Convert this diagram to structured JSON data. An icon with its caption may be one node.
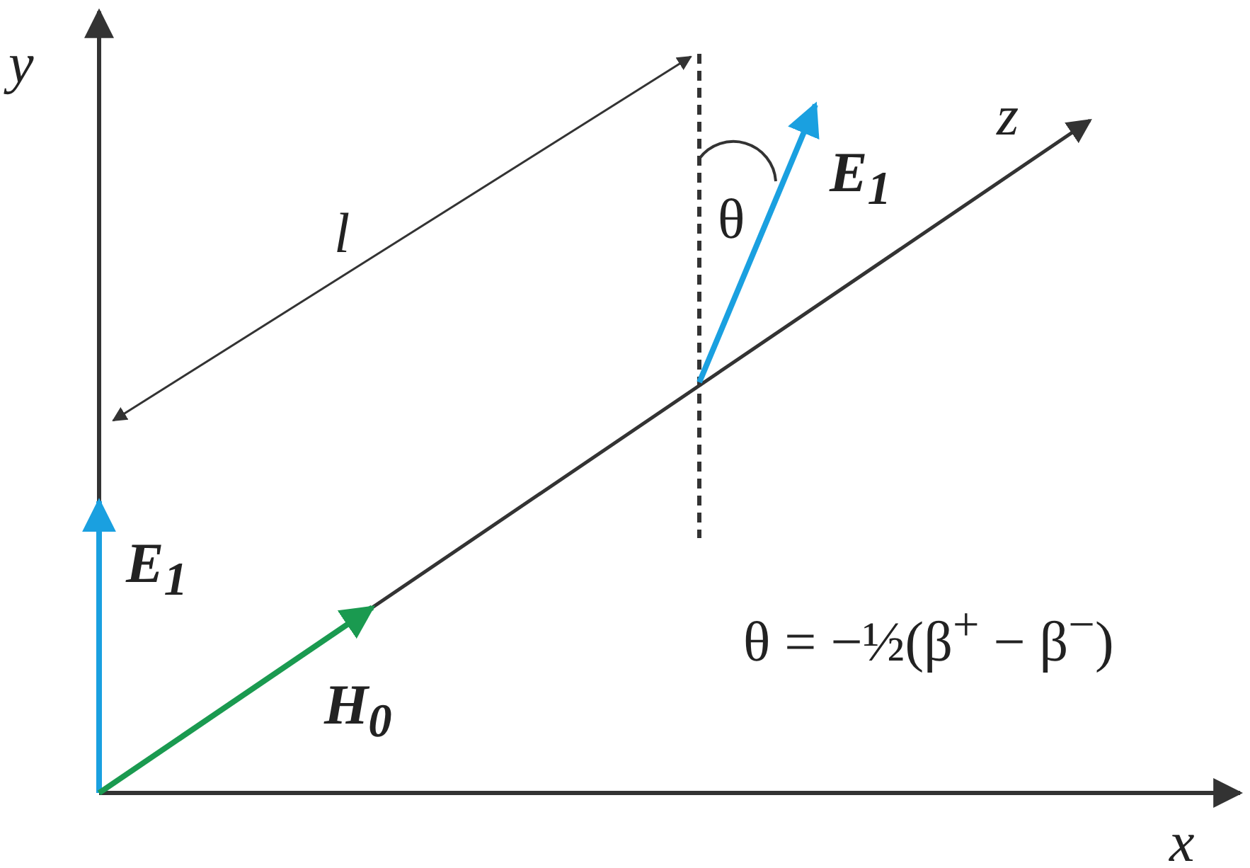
{
  "diagram": {
    "labels": [
      "y",
      "l",
      "z",
      "θ",
      "E$_{1}$",
      "E$_{1}$",
      "θ = −½(β$^{+}$ − β$^{−}$)",
      "H$_{0}$",
      "x"
    ]
  }
}
